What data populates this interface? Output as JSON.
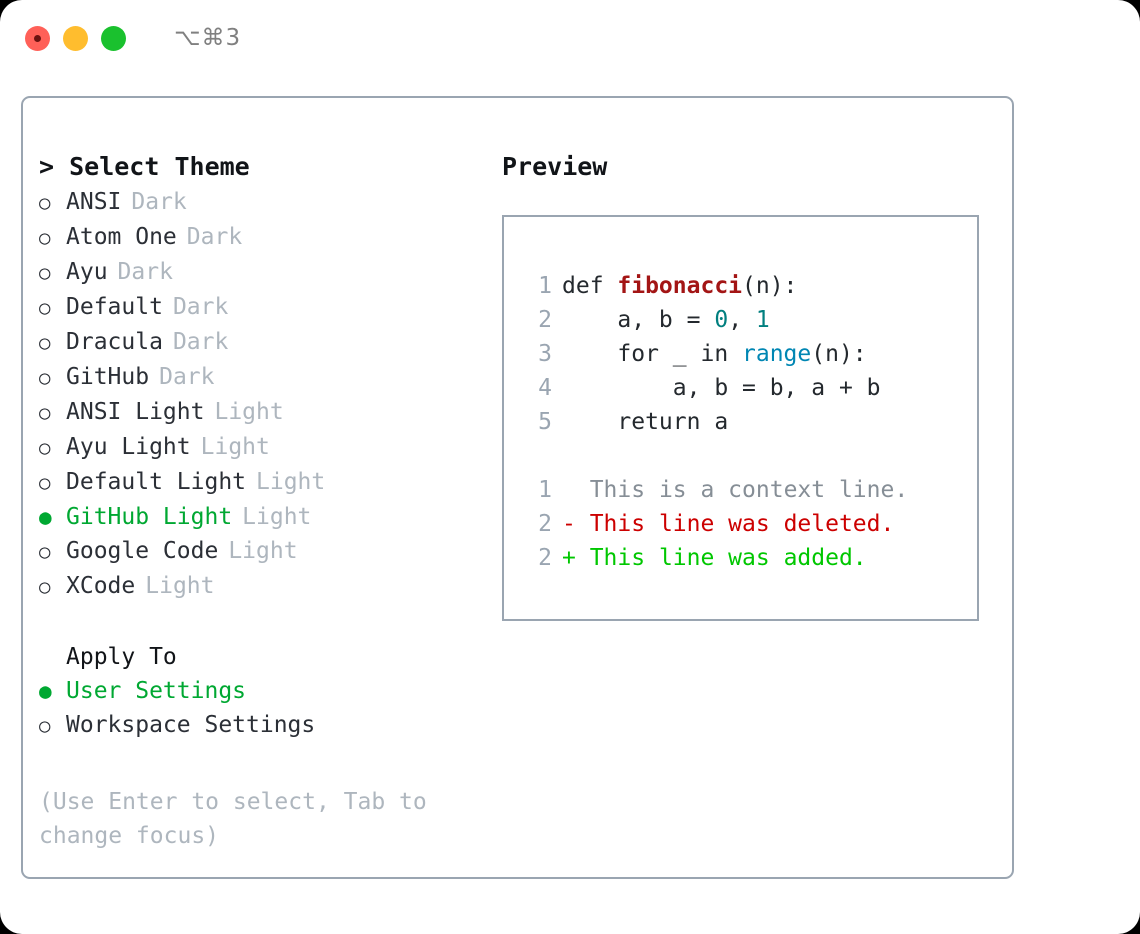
{
  "titlebar": {
    "shortcut": "⌥⌘3",
    "dots": [
      {
        "name": "close-button",
        "color": "#ff6058"
      },
      {
        "name": "minimize-button",
        "color": "#ffbd2e"
      },
      {
        "name": "maximize-button",
        "color": "#1ac12e"
      }
    ]
  },
  "theme_picker": {
    "heading": "> Select Theme",
    "marker_unselected": "○",
    "marker_selected": "●",
    "items": [
      {
        "label": "ANSI",
        "category": "Dark",
        "selected": false
      },
      {
        "label": "Atom One",
        "category": "Dark",
        "selected": false
      },
      {
        "label": "Ayu",
        "category": "Dark",
        "selected": false
      },
      {
        "label": "Default",
        "category": "Dark",
        "selected": false
      },
      {
        "label": "Dracula",
        "category": "Dark",
        "selected": false
      },
      {
        "label": "GitHub",
        "category": "Dark",
        "selected": false
      },
      {
        "label": "ANSI Light",
        "category": "Light",
        "selected": false
      },
      {
        "label": "Ayu Light",
        "category": "Light",
        "selected": false
      },
      {
        "label": "Default Light",
        "category": "Light",
        "selected": false
      },
      {
        "label": "GitHub Light",
        "category": "Light",
        "selected": true
      },
      {
        "label": "Google Code",
        "category": "Light",
        "selected": false
      },
      {
        "label": "XCode",
        "category": "Light",
        "selected": false
      }
    ]
  },
  "apply_to": {
    "heading": "Apply To",
    "items": [
      {
        "label": "User Settings",
        "selected": true
      },
      {
        "label": "Workspace Settings",
        "selected": false
      }
    ]
  },
  "hint": "(Use Enter to select, Tab to change focus)",
  "preview": {
    "heading": "Preview",
    "code_lines": [
      {
        "no": "1",
        "segments": [
          {
            "text": "def ",
            "type": "kw"
          },
          {
            "text": "fibonacci",
            "type": "fn"
          },
          {
            "text": "(n):",
            "type": "plain"
          }
        ]
      },
      {
        "no": "2",
        "segments": [
          {
            "text": "    a, b = ",
            "type": "plain"
          },
          {
            "text": "0",
            "type": "num"
          },
          {
            "text": ", ",
            "type": "plain"
          },
          {
            "text": "1",
            "type": "num"
          }
        ]
      },
      {
        "no": "3",
        "segments": [
          {
            "text": "    for _ in ",
            "type": "plain"
          },
          {
            "text": "range",
            "type": "builtin"
          },
          {
            "text": "(n):",
            "type": "plain"
          }
        ]
      },
      {
        "no": "4",
        "segments": [
          {
            "text": "        a, b = b, a + b",
            "type": "plain"
          }
        ]
      },
      {
        "no": "5",
        "segments": [
          {
            "text": "    return a",
            "type": "plain"
          }
        ]
      }
    ],
    "diff_lines": [
      {
        "no": "1",
        "marker": " ",
        "text": "This is a context line.",
        "kind": "context"
      },
      {
        "no": "2",
        "marker": "-",
        "text": "This line was deleted.",
        "kind": "deleted"
      },
      {
        "no": "2",
        "marker": "+",
        "text": "This line was added.",
        "kind": "added"
      }
    ]
  },
  "colors": {
    "accent_green": "#00a832",
    "border": "#9aa5b1",
    "muted": "#aeb6be",
    "diff_add": "#00c700",
    "diff_del": "#cc0000",
    "syntax_function": "#a31515",
    "syntax_number": "#017f7f",
    "syntax_builtin": "#0086b3"
  }
}
